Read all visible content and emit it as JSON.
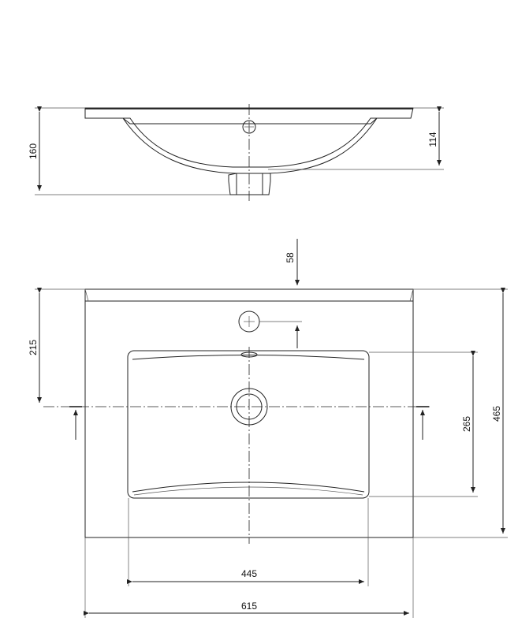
{
  "drawing": {
    "side_view": {
      "height_total": "160",
      "bowl_depth": "114"
    },
    "top_view": {
      "tap_offset": "58",
      "drain_from_back": "215",
      "bowl_length": "265",
      "total_depth": "465",
      "bowl_width": "445",
      "total_width": "615"
    }
  }
}
